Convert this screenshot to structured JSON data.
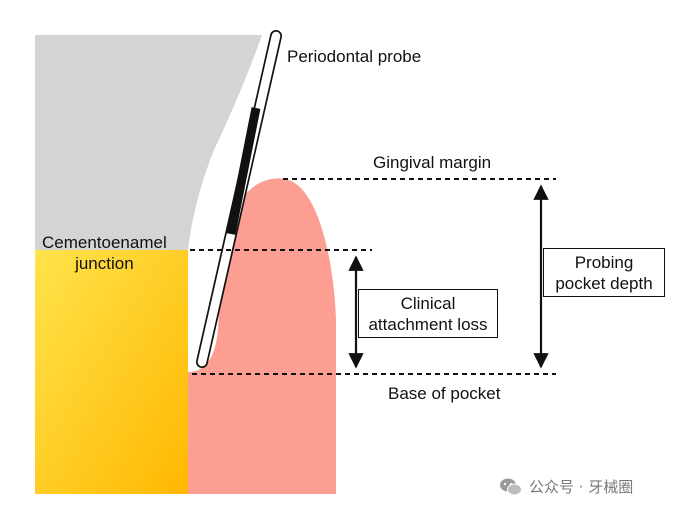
{
  "labels": {
    "probe": "Periodontal probe",
    "gingival_margin": "Gingival margin",
    "cej_line1": "Cementoenamel",
    "cej_line2": "junction",
    "cal_line1": "Clinical",
    "cal_line2": "attachment loss",
    "ppd_line1": "Probing",
    "ppd_line2": "pocket depth",
    "base": "Base of pocket"
  },
  "watermark": {
    "icon": "wechat-icon",
    "text": "公众号 · 牙械圈"
  },
  "colors": {
    "crown": "#d4d4d4",
    "enamel_top": "#ffe14a",
    "enamel_bottom": "#ffb800",
    "gingiva": "#fc9e92",
    "line": "#111111"
  }
}
